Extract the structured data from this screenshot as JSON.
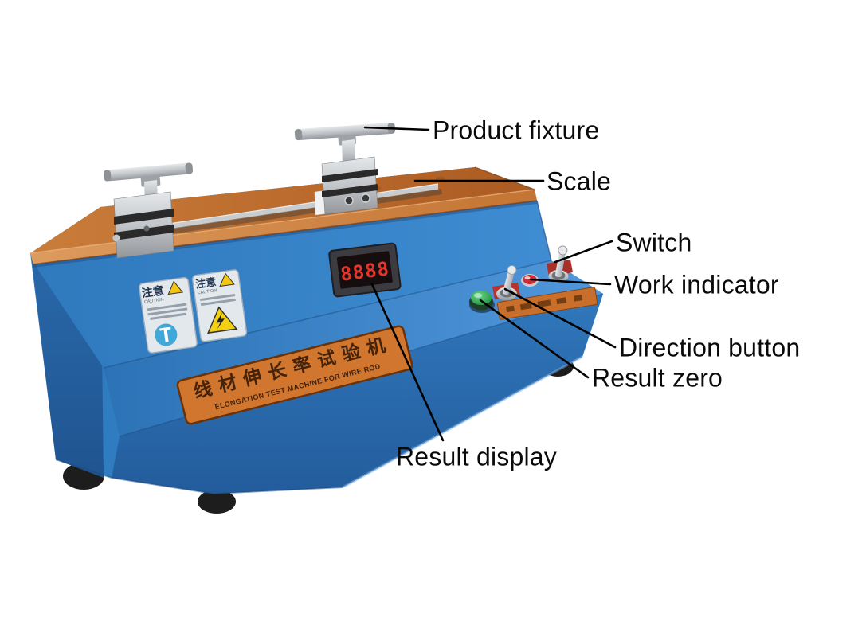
{
  "background_color": "#ffffff",
  "annotations": {
    "product_fixture": {
      "text": "Product fixture"
    },
    "scale": {
      "text": "Scale"
    },
    "switch": {
      "text": "Switch"
    },
    "work_indicator": {
      "text": "Work indicator"
    },
    "direction_button": {
      "text": "Direction button"
    },
    "result_zero": {
      "text": "Result zero"
    },
    "result_display": {
      "text": "Result display"
    }
  },
  "machine": {
    "display": {
      "value": "8888"
    },
    "nameplate": {
      "title_cn": "线材伸长率试验机",
      "subtitle_en": "ELONGATION TEST MACHINE FOR WIRE ROD"
    },
    "caution_labels": [
      {
        "title": "注意",
        "subtitle": "CAUTION"
      },
      {
        "title": "注意",
        "subtitle": "CAUTION"
      }
    ],
    "colors": {
      "body_blue": "#2F7CC1",
      "body_blue_dark": "#2767AA",
      "top_orange": "#C0722E",
      "nameplate_orange": "#D0762E",
      "display_digit_red": "#E5352A",
      "button_green": "#2FAF4F",
      "indicator_red": "#D22A35"
    }
  }
}
